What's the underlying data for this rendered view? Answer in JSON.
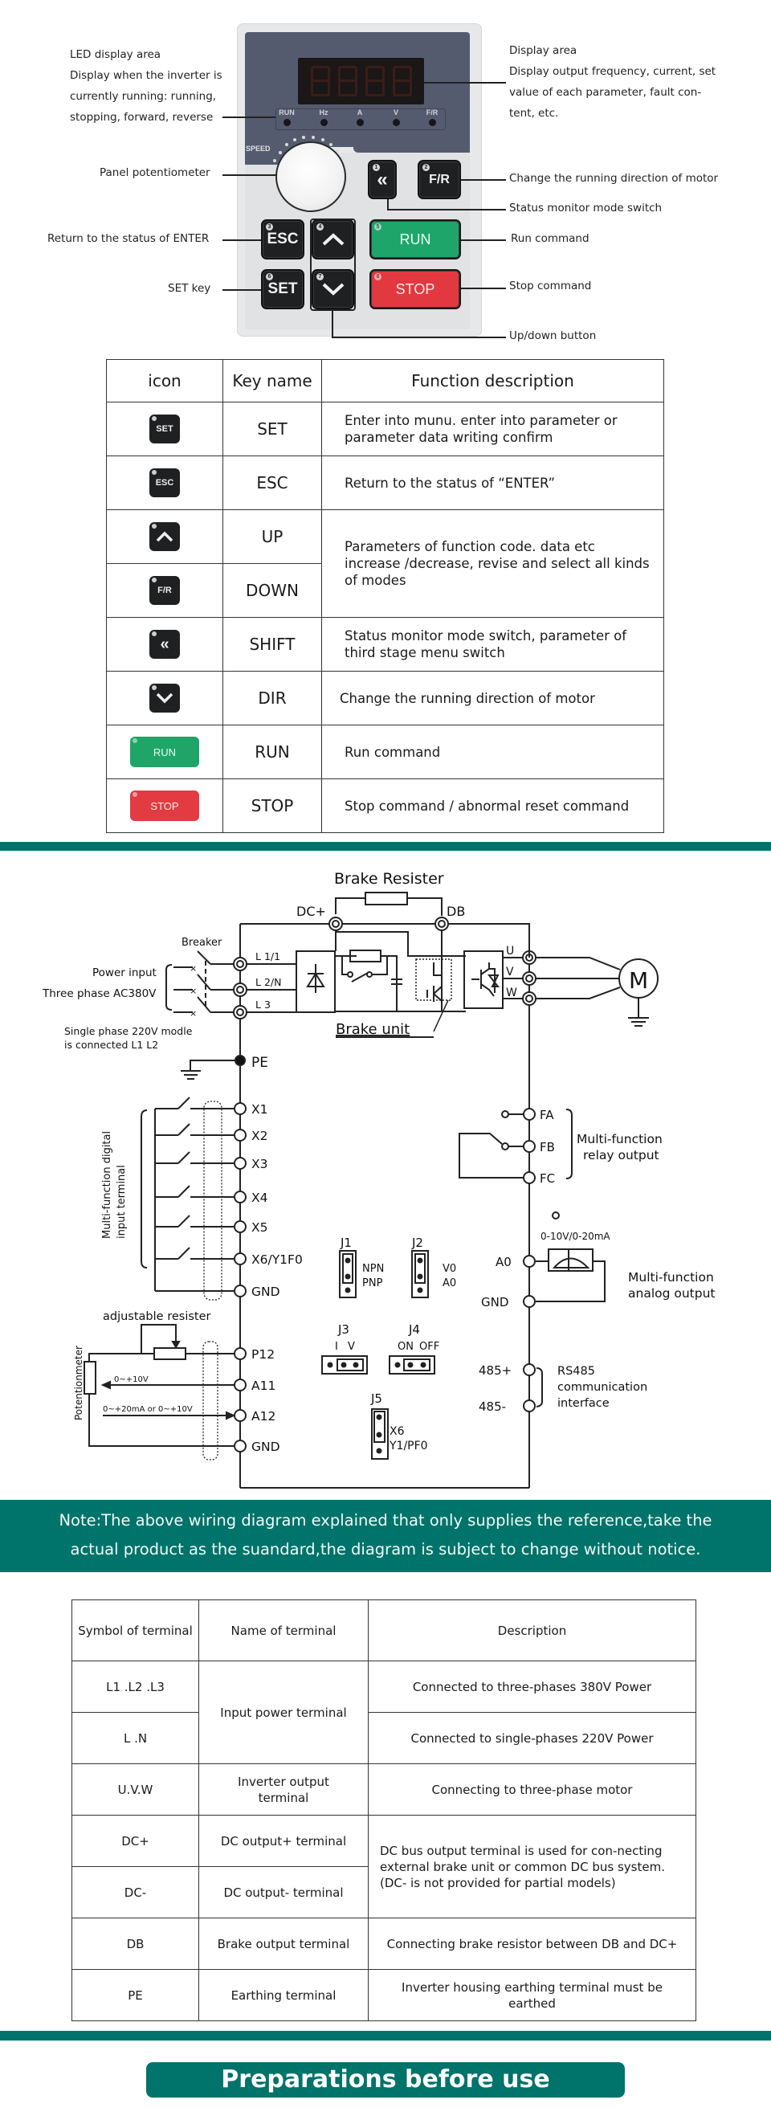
{
  "panel": {
    "callouts": {
      "led_display": [
        "LED display area",
        "Display when the inverter is",
        "currently running: running,",
        "stopping, forward, reverse"
      ],
      "display_area": [
        "Display area",
        "Display output frequency, current, set",
        "value of each parameter, fault con-",
        "tent, etc."
      ],
      "panel_potentiometer": "Panel potentiometer",
      "esc": "Return to the status of ENTER",
      "set_key": "SET key",
      "change_direction": "Change the running direction of motor",
      "status_monitor": "Status monitor mode switch",
      "run_command": "Run command",
      "stop_command": "Stop command",
      "up_down": "Up/down button"
    },
    "indicators": [
      "RUN",
      "Hz",
      "A",
      "V",
      "F/R"
    ],
    "speed_label": "SPEED",
    "keys": {
      "shift": {
        "num": "1",
        "label": "«"
      },
      "fr": {
        "num": "2",
        "label": "F/R"
      },
      "esc": {
        "num": "3",
        "label": "ESC"
      },
      "up": {
        "num": "4",
        "label": "^"
      },
      "run": {
        "num": "5",
        "label": "RUN"
      },
      "set": {
        "num": "6",
        "label": "SET"
      },
      "down": {
        "num": "7",
        "label": "v"
      },
      "stop": {
        "num": "8",
        "label": "STOP"
      }
    },
    "colors": {
      "run": "#1ea66a",
      "stop": "#e2383f",
      "housing": "#555b6e"
    }
  },
  "key_table": {
    "headers": [
      "icon",
      "Key name",
      "Function description"
    ],
    "rows": [
      {
        "icon": "SET",
        "name": "SET",
        "desc": "Enter into munu. enter into parameter or parameter data writing confirm"
      },
      {
        "icon": "ESC",
        "name": "ESC",
        "desc": "Return to the status of  “ENTER”"
      },
      {
        "icon": "up-arrow",
        "name": "UP",
        "desc": "Parameters of function code. data etc increase /decrease, revise and select all kinds of modes"
      },
      {
        "icon": "F/R",
        "name": "DOWN",
        "desc": ""
      },
      {
        "icon": "shift",
        "name": "SHIFT",
        "desc": "Status monitor mode switch, parameter of third stage menu switch"
      },
      {
        "icon": "down-arrow",
        "name": "DIR",
        "desc": "Change the running direction of motor"
      },
      {
        "icon": "RUN",
        "name": "RUN",
        "desc": "Run command"
      },
      {
        "icon": "STOP",
        "name": "STOP",
        "desc": "Stop command / abnormal reset command"
      }
    ]
  },
  "wiring": {
    "brake_resister": "Brake Resister",
    "dc_plus": "DC+",
    "db": "DB",
    "breaker": "Breaker",
    "power_input": "Power input",
    "three_phase": "Three phase AC380V",
    "single_phase": [
      "Single phase 220V modle",
      "is connected L1 L2"
    ],
    "inputs": [
      "L 1/1",
      "L 2/N",
      "L 3"
    ],
    "brake_unit": "Brake unit",
    "outputs": [
      "U",
      "V",
      "W"
    ],
    "motor": "M",
    "pe": "PE",
    "digital_inputs": [
      "X1",
      "X2",
      "X3",
      "X4",
      "X5",
      "X6/Y1F0",
      "GND"
    ],
    "digital_label": [
      "Multi-function digital",
      "input terminal"
    ],
    "relay_terminals": [
      "FA",
      "FB",
      "FC"
    ],
    "relay_label": [
      "Multi-function",
      "relay output"
    ],
    "analog_out_range": "0-10V/0-20mA",
    "analog_terminals": [
      "A0",
      "GND"
    ],
    "analog_label": [
      "Multi-function",
      "analog output"
    ],
    "rs485_terminals": [
      "485+",
      "485-"
    ],
    "rs485_label": [
      "RS485",
      "communication",
      "interface"
    ],
    "adjustable_resister": "adjustable resister",
    "potentiometer": "Potentionmeter",
    "analog_inputs": [
      "P12",
      "A11",
      "A12",
      "GND"
    ],
    "a11_range": "0~+10V",
    "a12_range": "0~+20mA or 0~+10V",
    "jumpers": {
      "j1": {
        "name": "J1",
        "opts": [
          "NPN",
          "PNP"
        ]
      },
      "j2": {
        "name": "J2",
        "opts": [
          "V0",
          "A0"
        ]
      },
      "j3": {
        "name": "J3",
        "opts": [
          "I",
          "V"
        ]
      },
      "j4": {
        "name": "J4",
        "opts": [
          "ON",
          "OFF"
        ]
      },
      "j5": {
        "name": "J5",
        "opts": [
          "X6",
          "Y1/PF0"
        ]
      }
    }
  },
  "note": [
    "Note:The above wiring diagram explained that only supplies the reference,take the",
    "actual product as the suandard,the diagram is subject to change without notice."
  ],
  "terminal_table": {
    "headers": [
      "Symbol of terminal",
      "Name of terminal",
      "Description"
    ],
    "rows": [
      {
        "symbol": "L1 .L2 .L3",
        "name": "Input power terminal",
        "desc": "Connected to three-phases 380V Power"
      },
      {
        "symbol": "L .N",
        "name": "",
        "desc": "Connected to single-phases 220V Power"
      },
      {
        "symbol": "U.V.W",
        "name": "Inverter output terminal",
        "desc": "Connecting to three-phase motor"
      },
      {
        "symbol": "DC+",
        "name": "DC output+ terminal",
        "desc": "DC bus output terminal is used for con-necting external brake unit or common DC bus system. (DC-  is not provided for partial models)"
      },
      {
        "symbol": "DC-",
        "name": "DC output- terminal",
        "desc": ""
      },
      {
        "symbol": "DB",
        "name": "Brake output terminal",
        "desc": "Connecting brake resistor between DB and DC+"
      },
      {
        "symbol": "PE",
        "name": "Earthing terminal",
        "desc": "Inverter housing earthing terminal must be earthed"
      }
    ]
  },
  "section_title": "Preparations before use",
  "accent_color": "#00736a"
}
